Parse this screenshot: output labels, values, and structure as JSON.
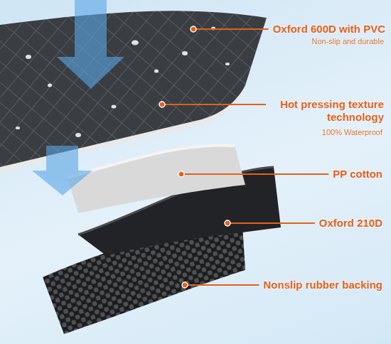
{
  "diagram": {
    "labels": [
      "Oxford 600D with PVC",
      "Non-slip and durable",
      "Hot pressing texture technology",
      "100% Waterproof",
      "PP cotton",
      "Oxford 210D",
      "Nonslip rubber backing"
    ]
  }
}
